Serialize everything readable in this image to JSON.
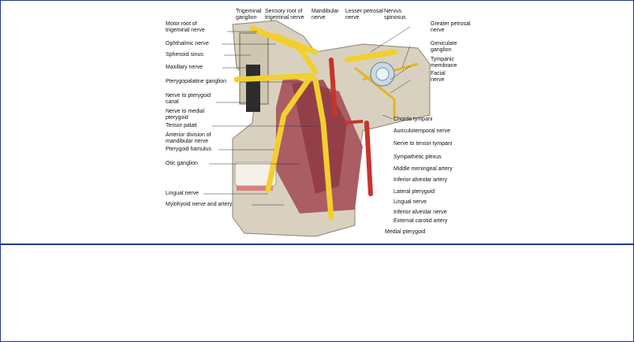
{
  "labels": {
    "top": [
      {
        "id": "trigeminal_ganglion",
        "text": "Trigeminal\nganglion"
      },
      {
        "id": "sensory_root",
        "text": "Sensory root of\ntrigeminal nerve"
      },
      {
        "id": "mandibular_nerve",
        "text": "Mandibular\nnerve"
      },
      {
        "id": "lesser_petrosal",
        "text": "Lesser petrosal\nnerve"
      },
      {
        "id": "nervus_spinosus",
        "text": "Nervus\nspinosus"
      }
    ],
    "left": [
      {
        "id": "motor_root",
        "text": "Motor root of\ntrigeminal nerve"
      },
      {
        "id": "ophthalmic",
        "text": "Ophthalmic nerve"
      },
      {
        "id": "sphenoid_sinus",
        "text": "Sphenoid sinus"
      },
      {
        "id": "maxillary",
        "text": "Maxillary nerve"
      },
      {
        "id": "pterygopalatine",
        "text": "Pterygopalatine  ganglion"
      },
      {
        "id": "pterygoid_canal",
        "text": "Nerve to pterygoid\ncanal"
      },
      {
        "id": "medial_pterygoid_nerve",
        "text": "Nerve to medial\npterygoid"
      },
      {
        "id": "tensor_palati",
        "text": "Tensor palati"
      },
      {
        "id": "anterior_division",
        "text": "Anterior division of\nmandibular nerve"
      },
      {
        "id": "pterygoid_hamulus",
        "text": "Pterygoid hamulus"
      },
      {
        "id": "otic_ganglion",
        "text": "Otic ganglion"
      },
      {
        "id": "lingual_left",
        "text": "Lingual nerve"
      },
      {
        "id": "mylohyoid",
        "text": "Mylohyoid nerve and artery"
      }
    ],
    "right": [
      {
        "id": "greater_petrosal",
        "text": "Greater petrosal\nnerve"
      },
      {
        "id": "geniculate",
        "text": "Geniculate\nganglion"
      },
      {
        "id": "tympanic_membrane",
        "text": "Tympanic\nmembrane"
      },
      {
        "id": "facial_nerve",
        "text": "Facial\nnerve"
      },
      {
        "id": "chorda_tympani",
        "text": "Chorda tympani"
      },
      {
        "id": "auriculotemporal",
        "text": "Auriculotemporal nerve"
      },
      {
        "id": "tensor_tympani",
        "text": "Nerve to tensor tympani"
      },
      {
        "id": "sympathetic",
        "text": "Sympathetic plexus"
      },
      {
        "id": "middle_meningeal",
        "text": "Middle meningeal artery"
      },
      {
        "id": "inf_alveolar_artery",
        "text": "Inferior alveolar artery"
      },
      {
        "id": "lateral_pterygoid",
        "text": "Lateral pterygoid"
      },
      {
        "id": "lingual_right",
        "text": "Lingual nerve"
      },
      {
        "id": "inf_alveolar_nerve",
        "text": "Inferior alveolar nerve"
      },
      {
        "id": "external_carotid",
        "text": "External carotid artery"
      },
      {
        "id": "medial_pterygoid",
        "text": "Medial pterygoid"
      }
    ]
  },
  "colors": {
    "border": "#1f3a8a",
    "nerve": "#f2cf2e",
    "artery": "#c8342c",
    "muscle": "#a5505a",
    "bone": "#d9d1bf"
  }
}
